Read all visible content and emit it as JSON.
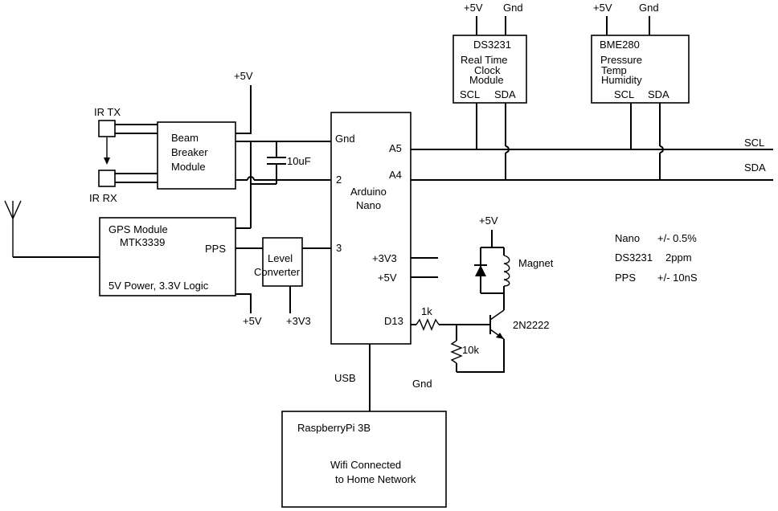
{
  "rails": {
    "plus5v": "+5V",
    "gnd": "Gnd",
    "plus3v3": "+3V3"
  },
  "bus": {
    "scl": "SCL",
    "sda": "SDA"
  },
  "ir": {
    "tx": "IR TX",
    "rx": "IR RX"
  },
  "beam_breaker": {
    "line1": "Beam",
    "line2": "Breaker",
    "line3": "Module"
  },
  "capacitor": "10uF",
  "gps": {
    "line1": "GPS Module",
    "line2": "MTK3339",
    "pps": "PPS",
    "power": "5V Power, 3.3V Logic"
  },
  "level_converter": {
    "line1": "Level",
    "line2": "Converter"
  },
  "arduino": {
    "line1": "Arduino",
    "line2": "Nano",
    "pins": {
      "gnd": "Gnd",
      "a5": "A5",
      "a4": "A4",
      "d2": "2",
      "d3": "3",
      "v33": "+3V3",
      "v5": "+5V",
      "d13": "D13"
    },
    "usb": "USB"
  },
  "rtc": {
    "line1": "DS3231",
    "line2": "Real Time",
    "line3": "Clock",
    "line4": "Module",
    "scl": "SCL",
    "sda": "SDA"
  },
  "bme": {
    "line1": "BME280",
    "line2": "Pressure",
    "line3": "Temp",
    "line4": "Humidity",
    "scl": "SCL",
    "sda": "SDA"
  },
  "driver": {
    "r1": "1k",
    "r2": "10k",
    "transistor": "2N2222",
    "magnet": "Magnet"
  },
  "pi": {
    "line1": "RaspberryPi 3B",
    "line2": "Wifi Connected",
    "line3": "to Home Network"
  },
  "accuracy": [
    {
      "device": "Nano",
      "value": "+/- 0.5%"
    },
    {
      "device": "DS3231",
      "value": "2ppm"
    },
    {
      "device": "PPS",
      "value": "+/- 10nS"
    }
  ]
}
